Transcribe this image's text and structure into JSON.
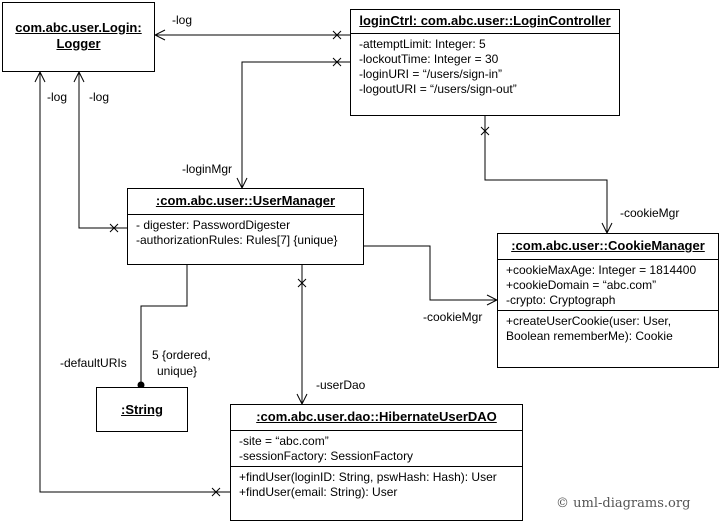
{
  "diagram": {
    "boxes": {
      "logger": {
        "title": [
          "com.abc.user.Login:",
          "Logger"
        ]
      },
      "login_controller": {
        "title": [
          "loginCtrl: com.abc.user::LoginController"
        ],
        "attributes": [
          "-attemptLimit: Integer: 5",
          "-lockoutTime: Integer = 30",
          "-loginURI = “/users/sign-in”",
          "-logoutURI = “/users/sign-out”"
        ]
      },
      "user_manager": {
        "title": [
          ":com.abc.user::UserManager"
        ],
        "attributes": [
          "- digester: PasswordDigester",
          "-authorizationRules: Rules[7] {unique}"
        ]
      },
      "cookie_manager": {
        "title": [
          ":com.abc.user::CookieManager"
        ],
        "attributes": [
          "+cookieMaxAge: Integer = 1814400",
          "+cookieDomain = “abc.com”",
          "-crypto: Cryptograph"
        ],
        "operations": [
          "+createUserCookie(user: User,",
          "Boolean rememberMe): Cookie"
        ]
      },
      "string": {
        "title": [
          ":String"
        ]
      },
      "hibernate_dao": {
        "title": [
          ":com.abc.user.dao::HibernateUserDAO"
        ],
        "attributes": [
          "-site = “abc.com”",
          "-sessionFactory: SessionFactory"
        ],
        "operations": [
          "+findUser(loginID: String, pswHash: Hash): User",
          "+findUser(email: String): User"
        ]
      }
    },
    "labels": {
      "log_top": "-log",
      "log_left_1": "-log",
      "log_left_2": "-log",
      "login_mgr": "-loginMgr",
      "cookie_mgr_1": "-cookieMgr",
      "cookie_mgr_2": "-cookieMgr",
      "default_uris": "-defaultURIs",
      "multiplicity_1": "5 {ordered,",
      "multiplicity_2": "unique}",
      "user_dao": "-userDao"
    },
    "watermark": "© uml-diagrams.org"
  }
}
